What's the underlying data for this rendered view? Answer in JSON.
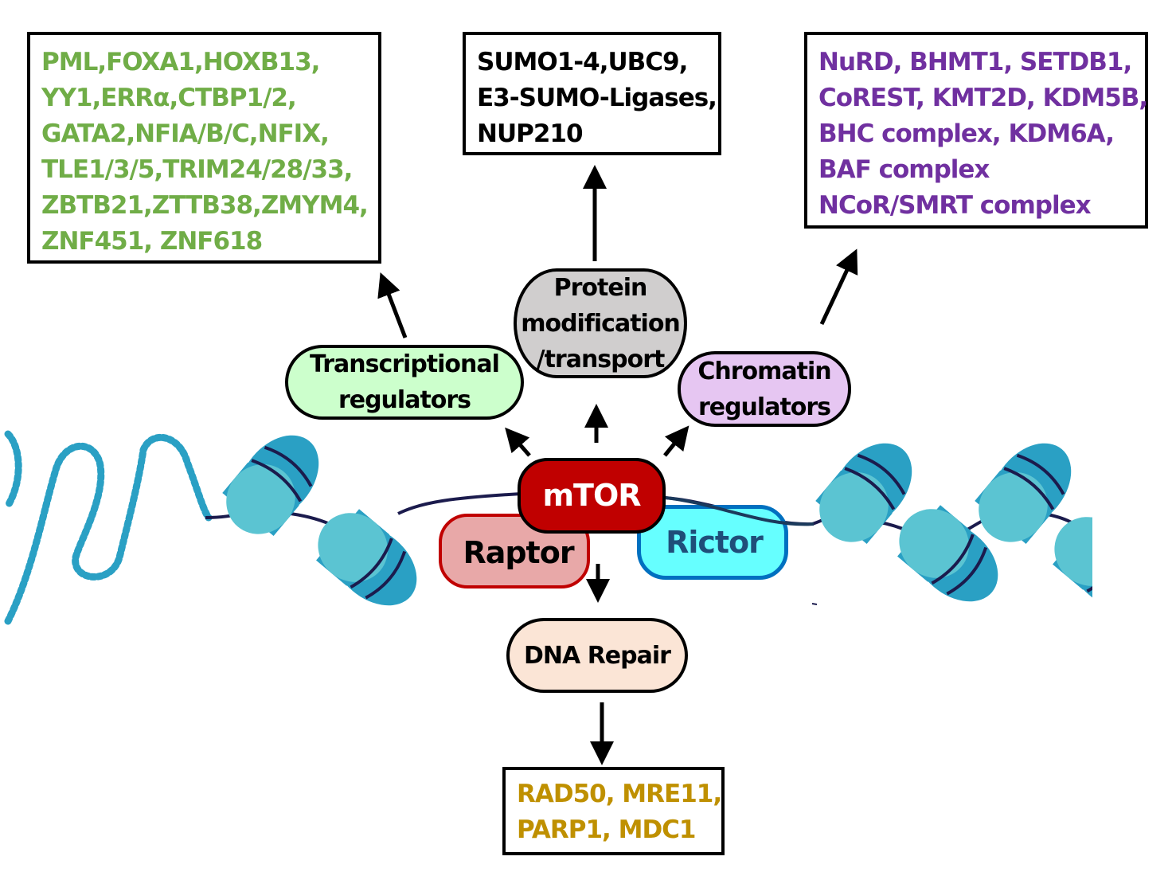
{
  "colors": {
    "transcription_text": "#70ad47",
    "chromatin_text": "#7030a0",
    "dna_repair_text": "#bf9000",
    "protein_text": "#000000",
    "transcriptional_node_fill": "#ccffcc",
    "protein_node_fill": "#d0cece",
    "chromatin_node_fill": "#e6c6f2",
    "dna_repair_node_fill": "#fbe5d6",
    "mtor_fill": "#c00000",
    "raptor_fill": "#e8a8a8",
    "raptor_border": "#c00000",
    "rictor_fill": "#66ffff",
    "rictor_border": "#0070c0",
    "rictor_text": "#1f4e79",
    "nucleosome_light": "#5bc4d2",
    "nucleosome_dark": "#2aa0c4",
    "dna_strand": "#1b1b4d"
  },
  "core": {
    "mtor": "mTOR",
    "raptor": "Raptor",
    "rictor": "Rictor"
  },
  "categories": {
    "transcriptional": {
      "lines": [
        "Transcriptional",
        "regulators"
      ]
    },
    "protein": {
      "lines": [
        "Protein",
        "modification",
        "/transport"
      ]
    },
    "chromatin": {
      "lines": [
        "Chromatin",
        "regulators"
      ]
    },
    "dna_repair": {
      "lines": [
        "DNA Repair"
      ]
    }
  },
  "target_boxes": {
    "transcriptional": {
      "lines": [
        [
          "PML,",
          "FOXA1,",
          "HOXB13,"
        ],
        [
          "YY1,",
          "ERRα,",
          "CTBP1/2,"
        ],
        [
          "GATA2,",
          "NFIA/B/C,",
          "NFIX,"
        ],
        [
          "TLE1/3/5,",
          "TRIM24/28/33,"
        ],
        [
          "ZBTB21,",
          "ZTTB38,",
          "ZMYM4,"
        ],
        [
          "ZNF451, ZNF618"
        ]
      ]
    },
    "protein": {
      "lines": [
        [
          "SUMO1-4,",
          "UBC9,"
        ],
        [
          "E3-SUMO-Ligases,"
        ],
        [
          "NUP210"
        ]
      ]
    },
    "chromatin": {
      "lines": [
        "NuRD, BHMT1, SETDB1,",
        "CoREST, KMT2D, KDM5B,",
        "BHC complex, KDM6A,",
        "BAF complex",
        "NCoR/SMRT complex"
      ]
    },
    "dna_repair": {
      "lines": [
        "RAD50, MRE11,",
        "PARP1, MDC1"
      ]
    }
  }
}
